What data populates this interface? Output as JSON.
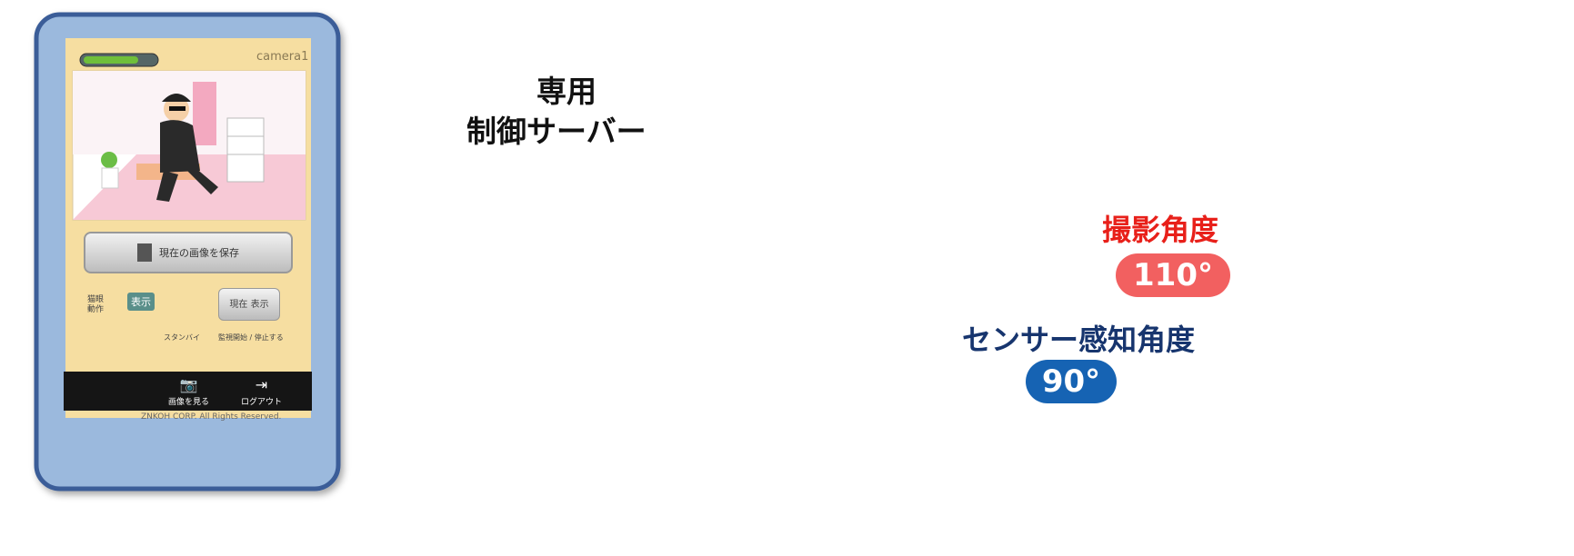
{
  "phone": {
    "camera_label": "camera1",
    "save_button_label": "現在の画像を保存",
    "control_left_label": "猫眼動作",
    "control_view_label": "表示",
    "control_now_button": "現在 表示",
    "control_small_1": "スタンバイ",
    "control_small_2": "監視開始 / 停止する",
    "tab_images_label": "画像を見る",
    "tab_logout_label": "ログアウト",
    "copyright": "ZNKOH CORP. All Rights Reserved."
  },
  "server": {
    "line1": "専用",
    "line2": "制御サーバー"
  },
  "floorplan": {
    "shooting_angle_label": "撮影角度",
    "shooting_angle_value": "110°",
    "sensor_angle_label": "センサー感知角度",
    "sensor_angle_value": "90°"
  },
  "colors": {
    "phone_frame": "#9bb9dd",
    "phone_screen_bg": "#f6dea1",
    "server_blue": "#4f7ebf",
    "cloud_pink": "#f5cfd3",
    "arrow_green": "#9bd03b",
    "arrow_blue": "#5bb6e6",
    "room_wall": "#3a1a00",
    "room_floor": "#fbc76f",
    "furniture": "#ffff9c",
    "shooting_red": "#e8201a",
    "sensor_blue": "#5b8fcf"
  }
}
